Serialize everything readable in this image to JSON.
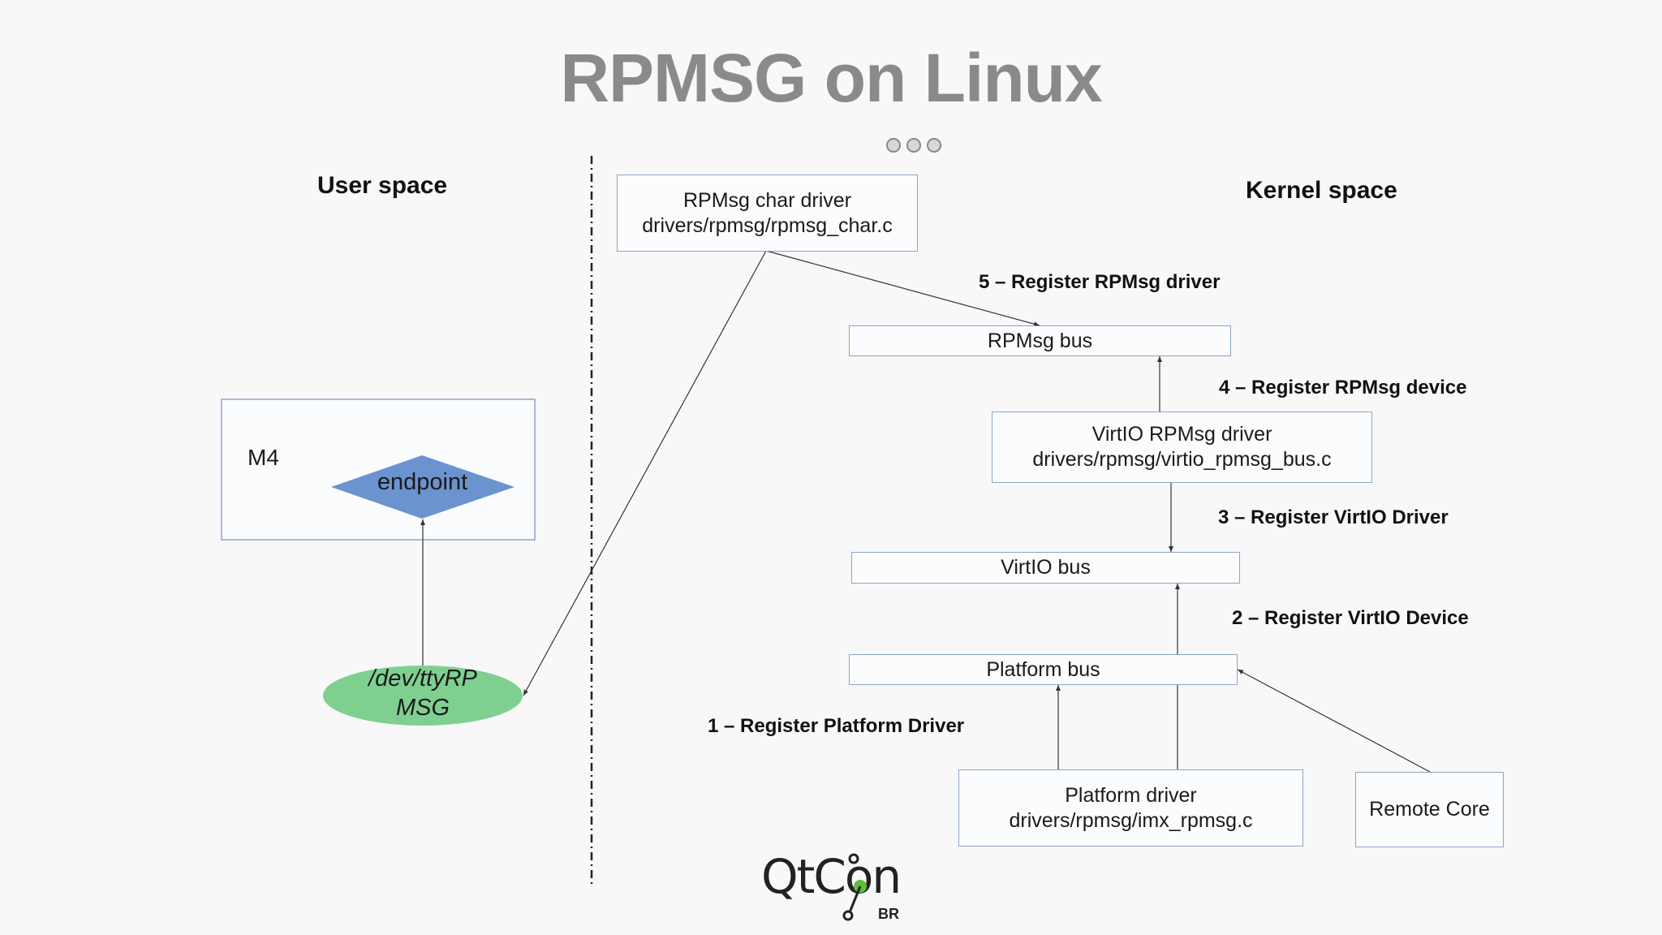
{
  "title": "RPMSG on Linux",
  "user_space_label": "User space",
  "kernel_space_label": "Kernel space",
  "boxes": {
    "rpmsg_char": {
      "line1": "RPMsg char driver",
      "line2": "drivers/rpmsg/rpmsg_char.c"
    },
    "rpmsg_bus": {
      "label": "RPMsg bus"
    },
    "virtio_rpmsg": {
      "line1": "VirtIO RPMsg driver",
      "line2": "drivers/rpmsg/virtio_rpmsg_bus.c"
    },
    "virtio_bus": {
      "label": "VirtIO bus"
    },
    "platform_bus": {
      "label": "Platform bus"
    },
    "platform_driver": {
      "line1": "Platform driver",
      "line2": "drivers/rpmsg/imx_rpmsg.c"
    },
    "remote_core": {
      "label": "Remote Core"
    }
  },
  "steps": {
    "s5": "5 – Register RPMsg driver",
    "s4": "4 – Register RPMsg device",
    "s3": "3 – Register VirtIO Driver",
    "s2": "2 – Register VirtIO Device",
    "s1": "1 – Register Platform Driver"
  },
  "m4": {
    "label": "M4",
    "endpoint": "endpoint",
    "device": "/dev/ttyRP MSG"
  },
  "logo": {
    "text": "QtCon",
    "sub": "BR"
  },
  "colors": {
    "title": "#8a8a8a",
    "box_border": "#8ea4c6",
    "endpoint_fill": "#6b93cf",
    "device_fill": "#7fd090",
    "logo_green": "#5cbf3a"
  },
  "icons": [
    "slide-dots-icon",
    "qtcon-logo-icon"
  ]
}
